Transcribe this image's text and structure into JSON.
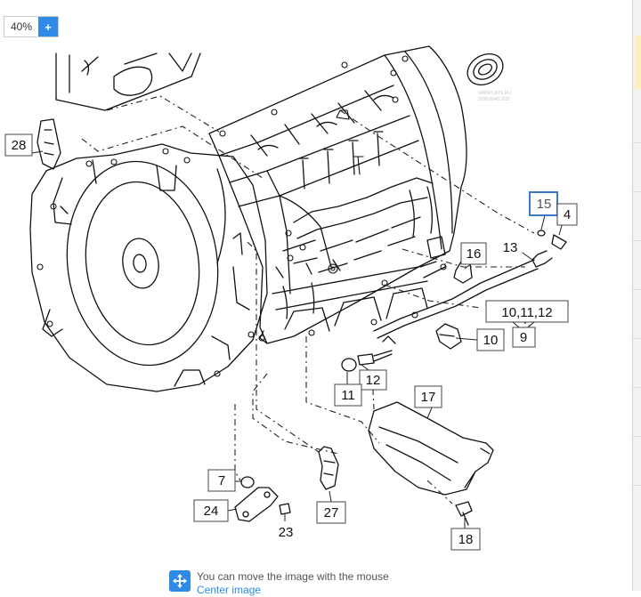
{
  "toolbar": {
    "zoom_value": "40%",
    "zoom_in_label": "+"
  },
  "diagram": {
    "watermark_line1": "WWW.CATS.RU",
    "watermark_line2": "2030.0040.2021",
    "callouts": {
      "c28": "28",
      "c15": "15",
      "c4": "4",
      "c13": "13",
      "c16": "16",
      "c10_11_12": "10,11,12",
      "c9": "9",
      "c10": "10",
      "c12": "12",
      "c11": "11",
      "c17": "17",
      "c7": "7",
      "c24": "24",
      "c23": "23",
      "c27": "27",
      "c18": "18"
    }
  },
  "hint": {
    "text": "You can move the image with the mouse",
    "link": "Center image"
  }
}
